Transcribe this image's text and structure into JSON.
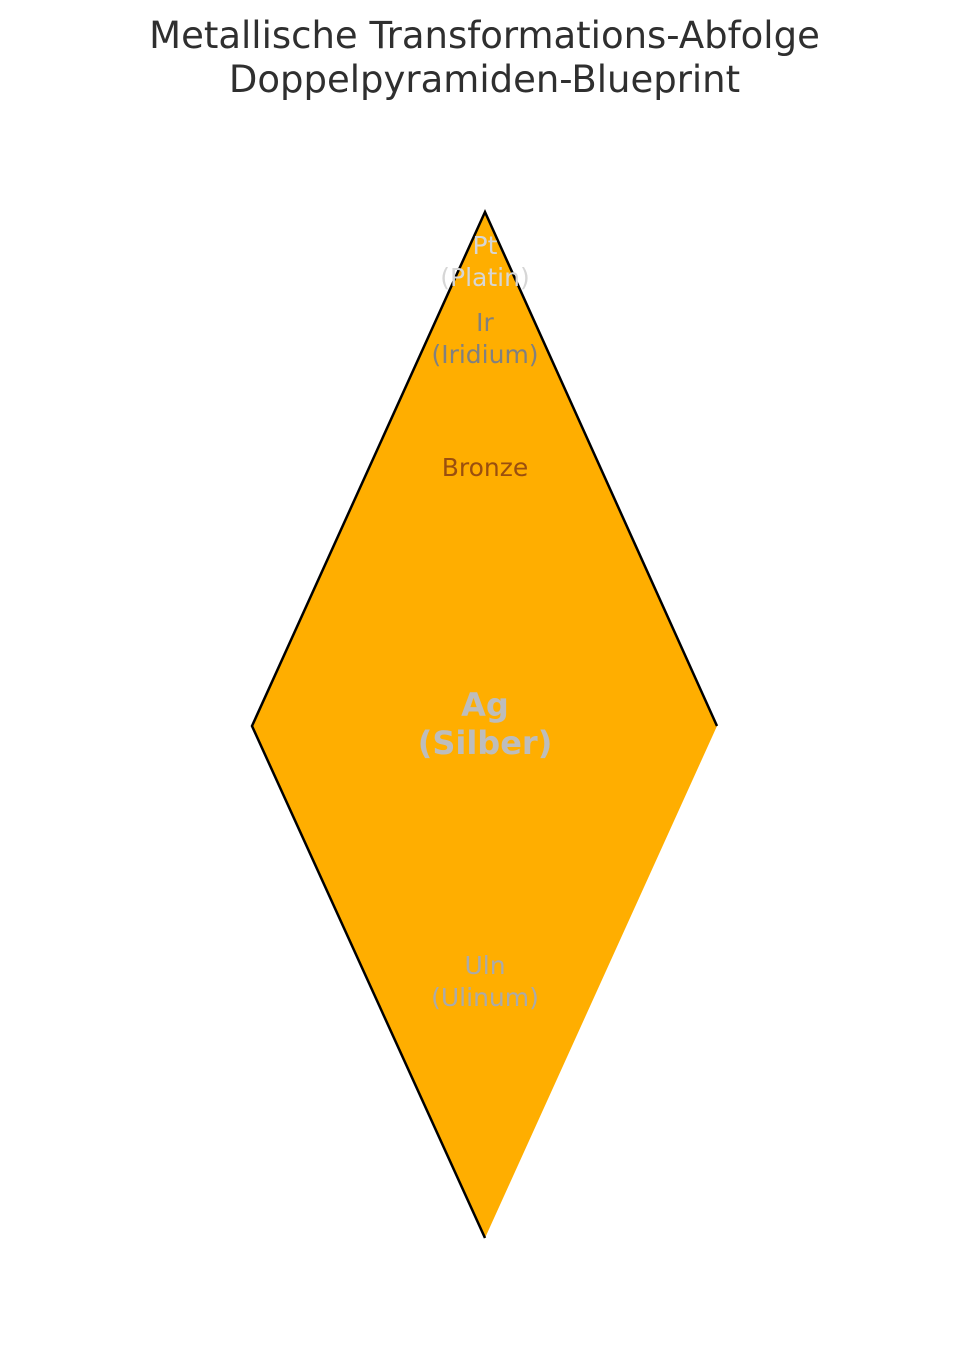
{
  "title": {
    "line1": "Metallische Transformations-Abfolge",
    "line2": "Doppelpyramiden-Blueprint"
  },
  "colors": {
    "diamond_fill": "#ffae00",
    "diamond_stroke": "#000000",
    "title": "#2f2f2f"
  },
  "labels": {
    "pt": {
      "symbol": "Pt",
      "name": "(Platin)",
      "color": "#d6d6d6"
    },
    "ir": {
      "symbol": "Ir",
      "name": "(Iridium)",
      "color": "#808080"
    },
    "bronze": {
      "name": "Bronze",
      "color": "#9a4f0f"
    },
    "ag": {
      "symbol": "Ag",
      "name": "(Silber)",
      "color": "#bdbdbd"
    },
    "uln": {
      "symbol": "Uln",
      "name": "(Ulinum)",
      "color": "#aaaaaa"
    }
  }
}
